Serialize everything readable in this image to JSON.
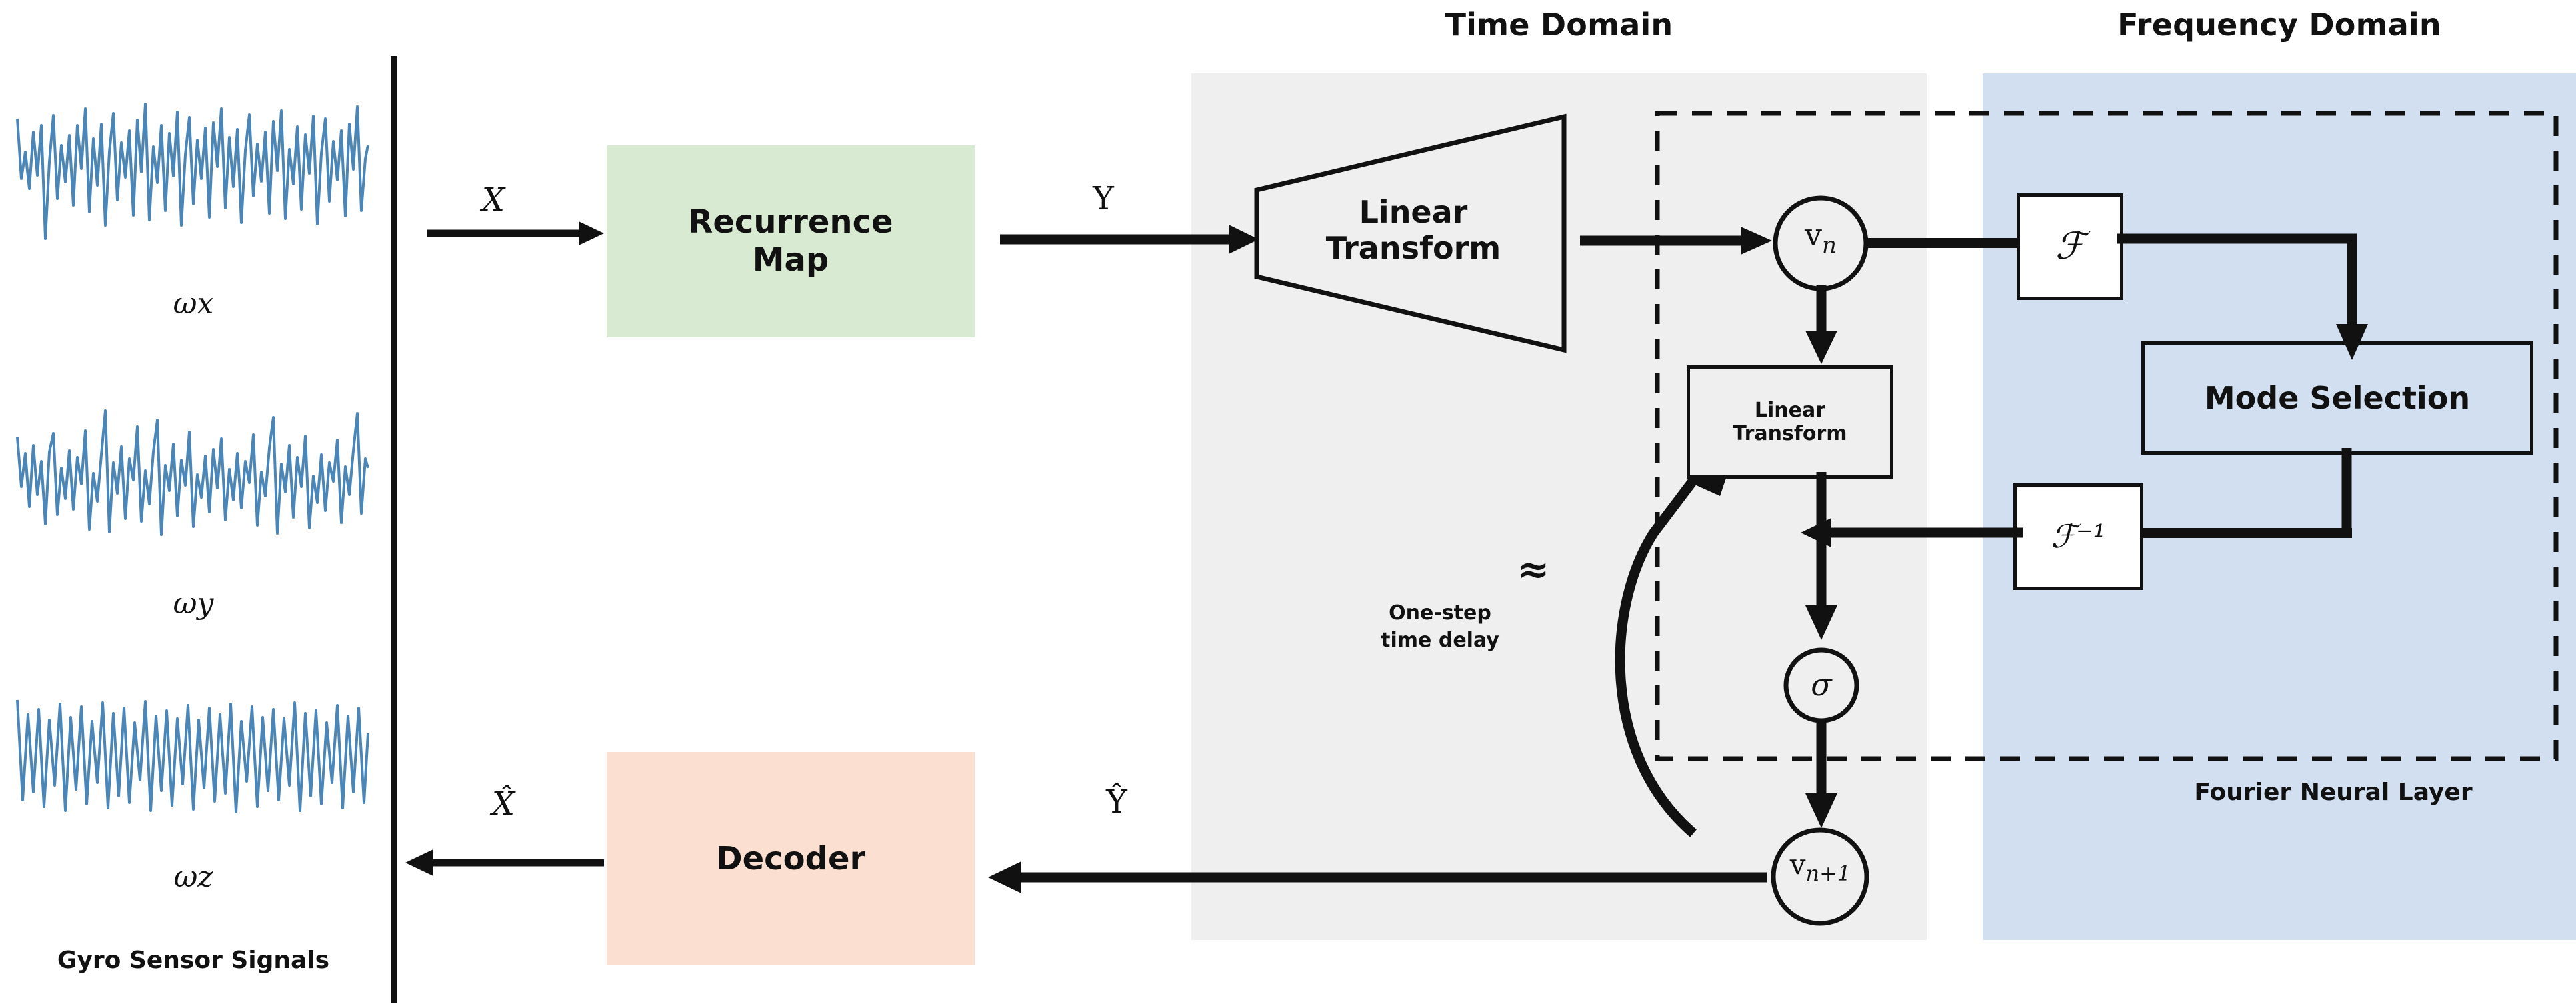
{
  "figure": {
    "title_time_domain": "Time Domain",
    "title_frequency_domain": "Frequency Domain",
    "fourier_layer_label": "Fourier Neural Layer"
  },
  "signals_panel": {
    "caption": "Gyro Sensor Signals",
    "traces": [
      {
        "label": "ωx",
        "name": "omega-x"
      },
      {
        "label": "ωy",
        "name": "omega-y"
      },
      {
        "label": "ωz",
        "name": "omega-z"
      }
    ]
  },
  "blocks": {
    "recurrence_map": "Recurrence\nMap",
    "recurrence_map_line1": "Recurrence",
    "recurrence_map_line2": "Map",
    "linear_transform_big_line1": "Linear",
    "linear_transform_big_line2": "Transform",
    "linear_transform_small_line1": "Linear",
    "linear_transform_small_line2": "Transform",
    "mode_selection": "Mode Selection",
    "decoder": "Decoder",
    "fourier": "ℱ",
    "inverse_fourier": "ℱ⁻¹"
  },
  "nodes": {
    "v_n": "v",
    "v_n_sub": "n",
    "v_np1": "v",
    "v_np1_sub": "n+1",
    "sigma": "σ"
  },
  "edge_labels": {
    "x_in": "X",
    "y": "Y",
    "y_hat": "Ŷ",
    "x_hat": "X̂",
    "approx": "≈",
    "delay_line1": "One-step",
    "delay_line2": "time delay"
  },
  "colors": {
    "time_domain_bg": "#efefef",
    "frequency_domain_bg": "#d2dff0",
    "recurrence_map_bg": "#d9ead3",
    "decoder_bg": "#fbe0d2",
    "signal_stroke": "#4a86b8",
    "ink": "#111111",
    "page_bg": "#ffffff"
  }
}
